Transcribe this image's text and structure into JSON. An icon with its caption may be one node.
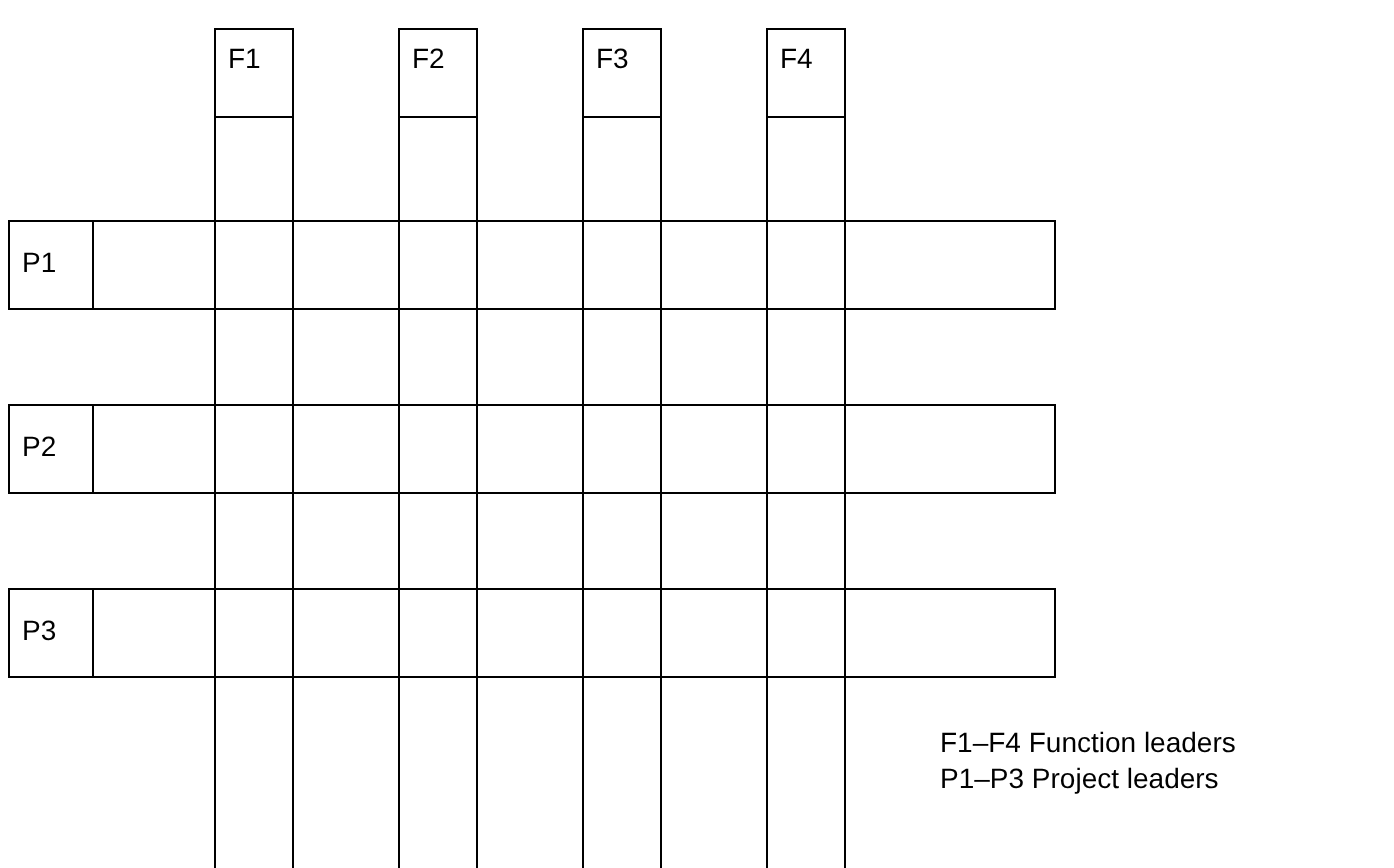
{
  "diagram": {
    "nodes": [
      {
        "text": [
          "F1"
        ]
      },
      {
        "text": [
          "F2"
        ]
      },
      {
        "text": [
          "F3"
        ]
      },
      {
        "text": [
          "F4"
        ]
      },
      {
        "text": [
          "P1"
        ]
      },
      {
        "text": [
          "P2"
        ]
      },
      {
        "text": [
          "P3"
        ]
      }
    ],
    "labels": [
      "F1–F4 Function leaders",
      "P1–P3 Project leaders"
    ]
  }
}
